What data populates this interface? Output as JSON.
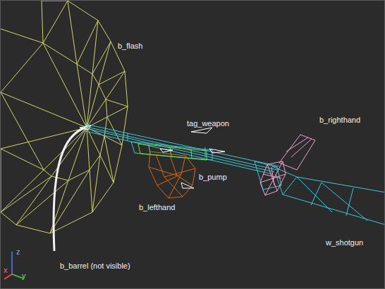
{
  "diagram": {
    "labels": [
      "b_flash",
      "tag_weapon",
      "b_righthand",
      "b_pump",
      "b_lefthand",
      "w_shotgun",
      "b_barrel (not visible)",
      "z",
      "x",
      "y"
    ]
  }
}
